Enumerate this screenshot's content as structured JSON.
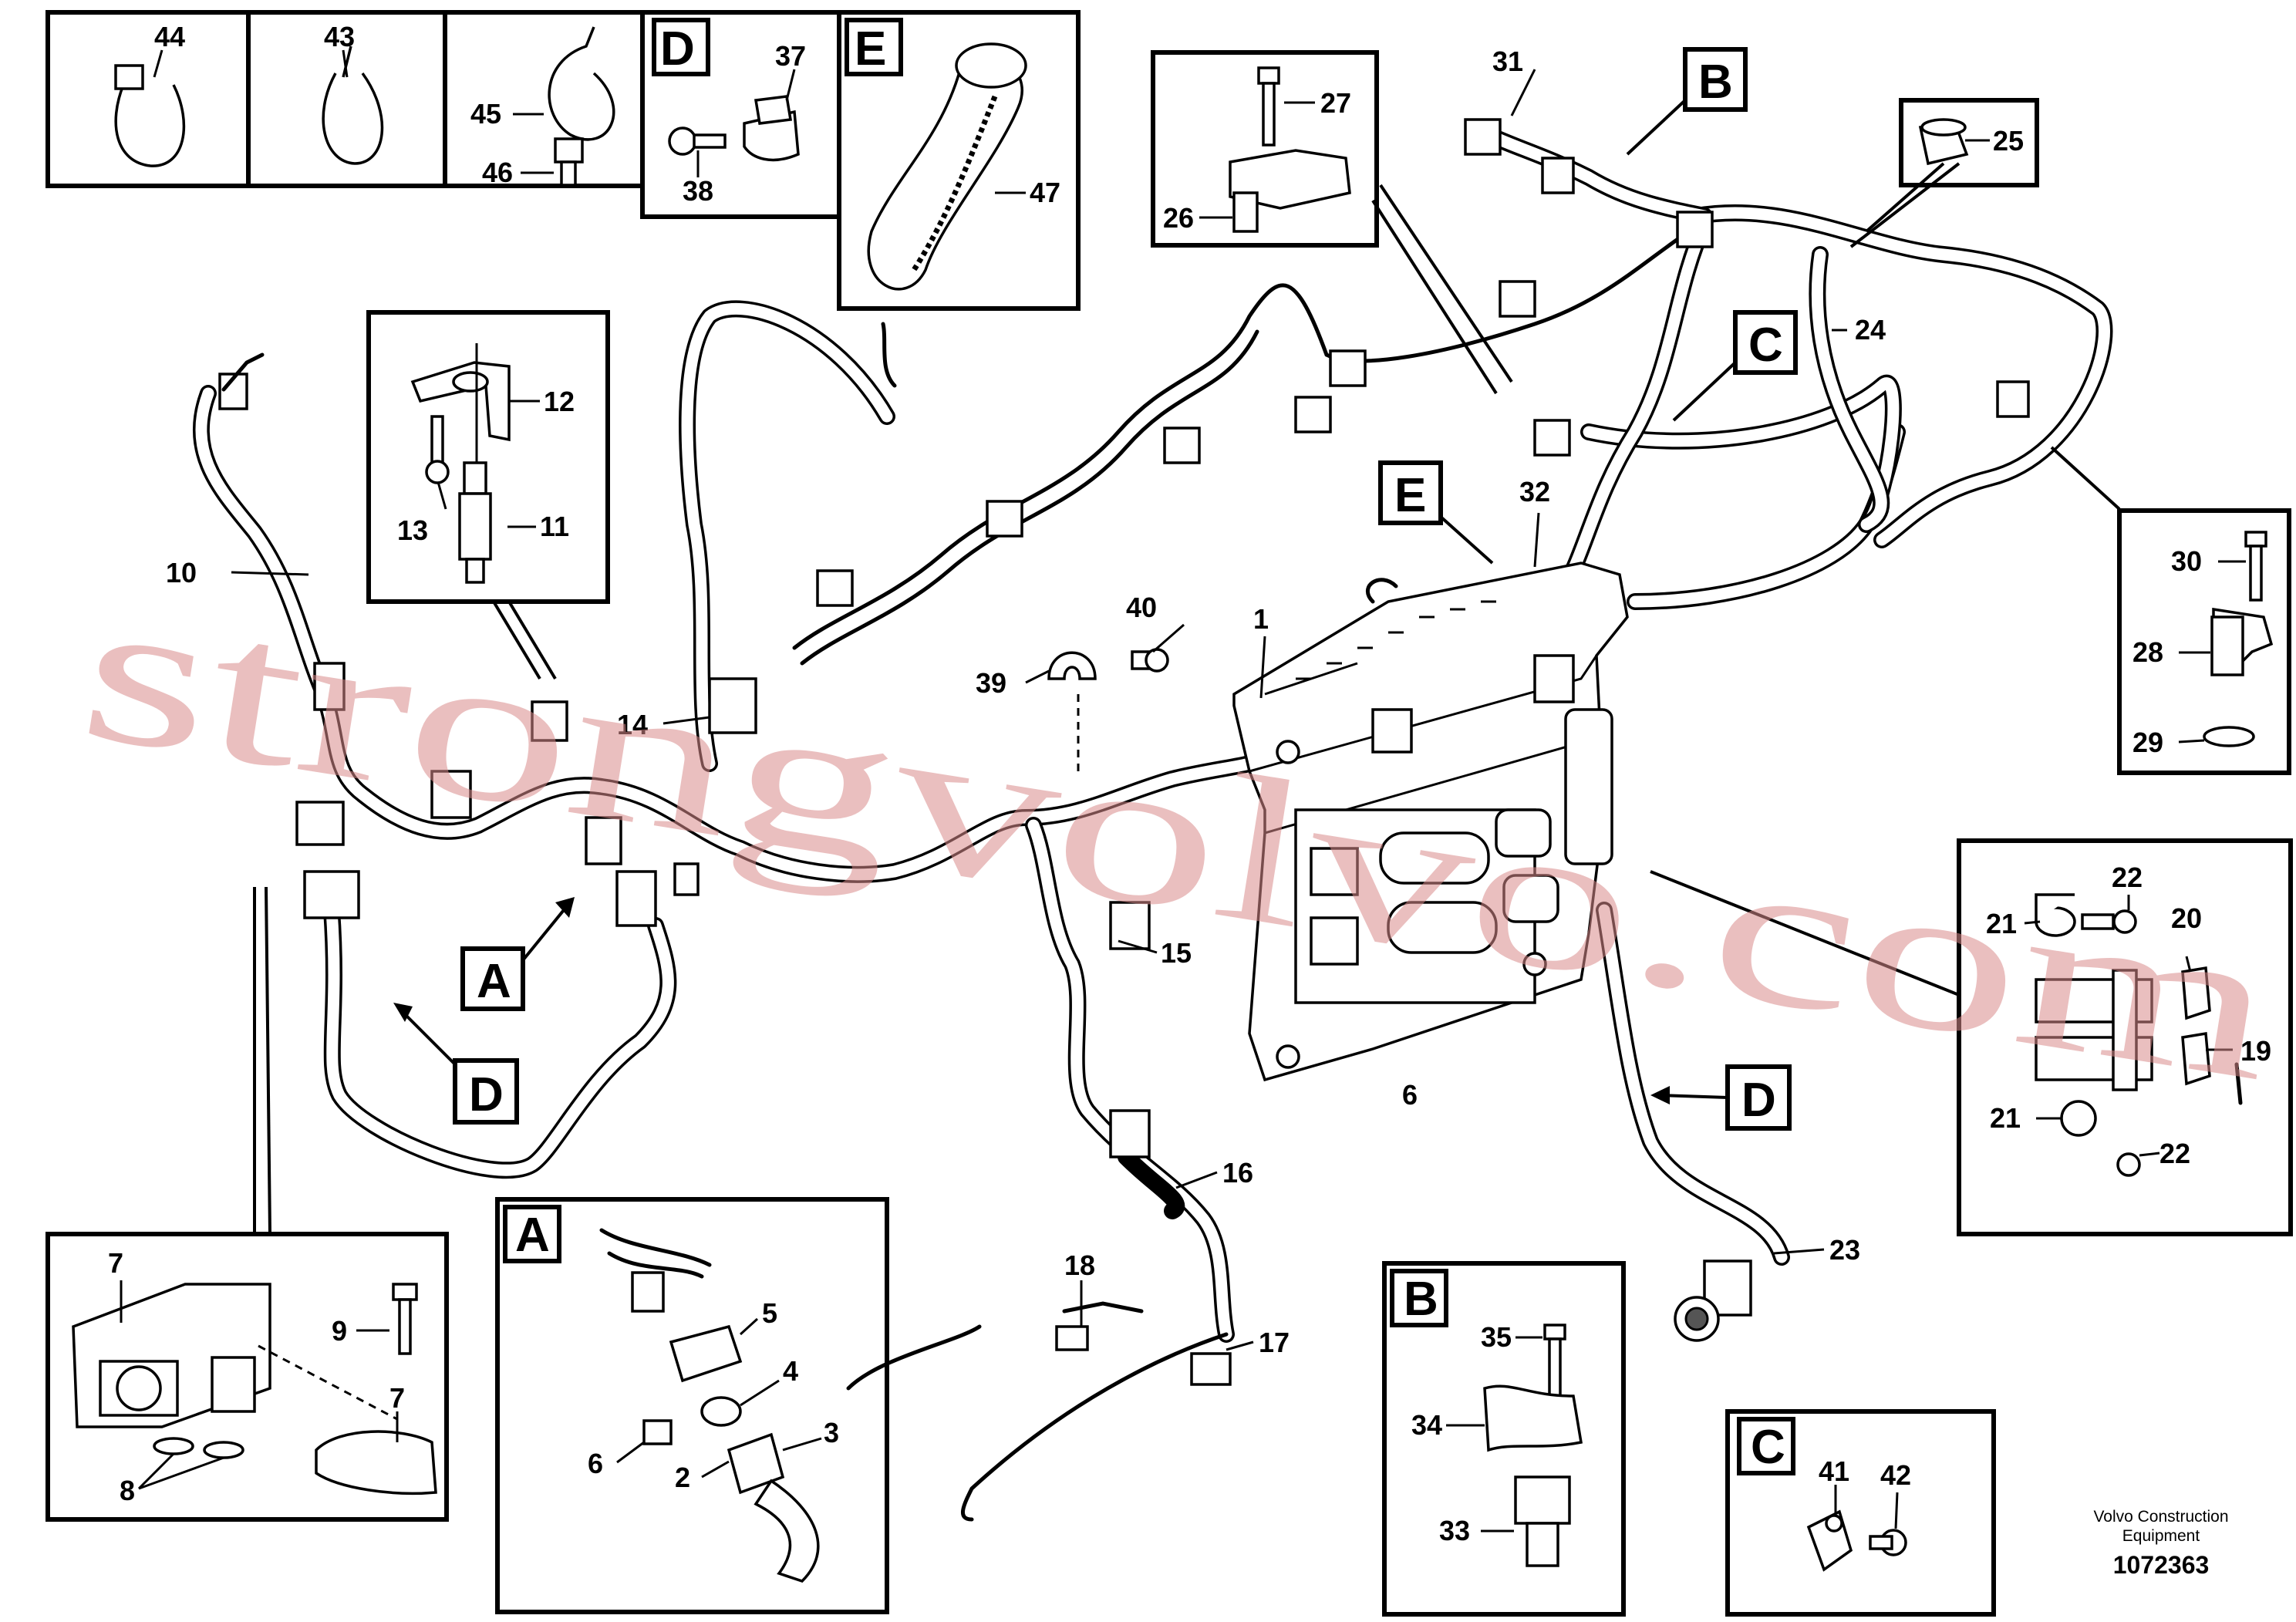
{
  "callouts": {
    "n1": "1",
    "n2": "2",
    "n3": "3",
    "n4": "4",
    "n5": "5",
    "n6": "6",
    "n6b": "6",
    "n7": "7",
    "n7b": "7",
    "n8": "8",
    "n9": "9",
    "n10": "10",
    "n11": "11",
    "n12": "12",
    "n13": "13",
    "n14": "14",
    "n15": "15",
    "n16": "16",
    "n17": "17",
    "n18": "18",
    "n19": "19",
    "n20": "20",
    "n21": "21",
    "n21b": "21",
    "n22": "22",
    "n22b": "22",
    "n23": "23",
    "n24": "24",
    "n25": "25",
    "n26": "26",
    "n27": "27",
    "n28": "28",
    "n29": "29",
    "n30": "30",
    "n31": "31",
    "n32": "32",
    "n33": "33",
    "n34": "34",
    "n35": "35",
    "n37": "37",
    "n38": "38",
    "n39": "39",
    "n40": "40",
    "n41": "41",
    "n42": "42",
    "n43": "43",
    "n44": "44",
    "n45": "45",
    "n46": "46",
    "n47": "47"
  },
  "detail_letters": {
    "a_main": "A",
    "a_detail": "A",
    "b_main": "B",
    "b_detail": "B",
    "c_main": "C",
    "c_detail": "C",
    "d_main1": "D",
    "d_main2": "D",
    "d_detail": "D",
    "e_main": "E",
    "e_detail": "E"
  },
  "watermark": "strongvolvo.com",
  "credit": {
    "line1": "Volvo Construction",
    "line2": "Equipment"
  },
  "doc_number": "1072363",
  "colors": {
    "line": "#000000",
    "background": "#ffffff",
    "watermark": "#d98a8a"
  }
}
